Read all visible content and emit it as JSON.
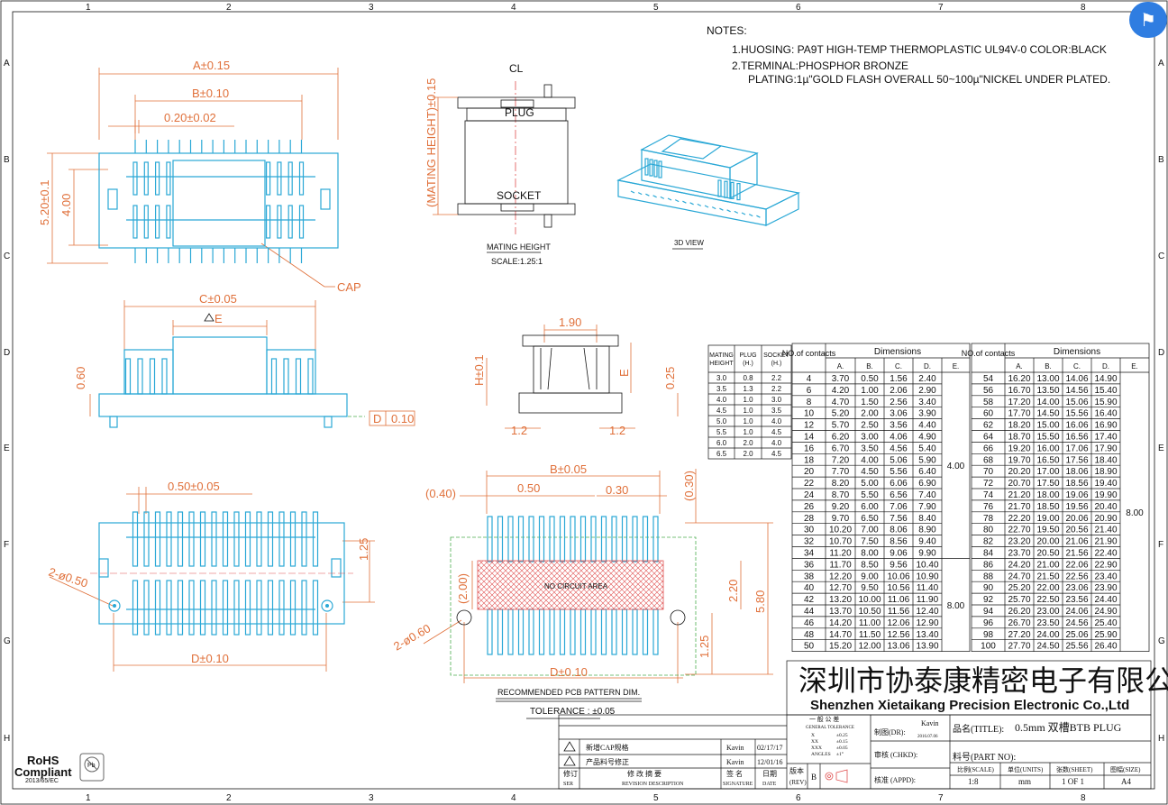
{
  "frame": {
    "col_labels": [
      "1",
      "2",
      "3",
      "4",
      "5",
      "6",
      "7",
      "8"
    ],
    "row_labels": [
      "A",
      "B",
      "C",
      "D",
      "E",
      "F",
      "G",
      "H"
    ]
  },
  "notes": {
    "heading": "NOTES:",
    "line1": "1.HUOSING: PA9T HIGH-TEMP THERMOPLASTIC UL94V-0 COLOR:BLACK",
    "line2": "2.TERMINAL:PHOSPHOR BRONZE",
    "line3": "PLATING:1µ\"GOLD FLASH OVERALL 50~100µ\"NICKEL UNDER PLATED."
  },
  "top_view": {
    "dim_a": "A±0.15",
    "dim_b": "B±0.10",
    "dim_pitch": "0.20±0.02",
    "dim_520": "5.20±0.1",
    "dim_400": "4.00",
    "cap": "CAP"
  },
  "side_view": {
    "dim_c": "C±0.05",
    "dim_e": "E",
    "dim_060": "0.60",
    "flat_box": "0.10",
    "flat_sym": "D"
  },
  "bottom_view": {
    "dim_pitch": "0.50±0.05",
    "dim_125": "1.25",
    "dim_hole": "2-ø0.50",
    "dim_d": "D±0.10"
  },
  "mating": {
    "centerline": "CL",
    "plug": "PLUG",
    "socket": "SOCKET",
    "height_dim": "(MATING HEIGHT)±0.15",
    "caption": "MATING HEIGHT",
    "scale": "SCALE:1.25:1"
  },
  "iso": {
    "caption": "3D VIEW"
  },
  "end_view": {
    "dim_190": "1.90",
    "dim_h": "H±0.1",
    "dim_e": "E",
    "dim_025": "0.25",
    "dim_12a": "1.2",
    "dim_12b": "1.2"
  },
  "pcb": {
    "dim_b": "B±0.05",
    "dim_040": "(0.40)",
    "dim_050": "0.50",
    "dim_030": "0.30",
    "dim_030p": "(0.30)",
    "dim_200": "(2.00)",
    "dim_220": "2.20",
    "dim_580": "5.80",
    "dim_125": "1.25",
    "dim_hole": "2-ø0.60",
    "dim_d": "D±0.10",
    "no_circuit": "NO CIRCUIT AREA",
    "caption": "RECOMMENDED PCB PATTERN DIM.",
    "tolerance": "TOLERANCE : ±0.05"
  },
  "height_table": {
    "headers": [
      "MATING HEIGHT",
      "PLUG (H.)",
      "SOCKET (H.)"
    ],
    "rows": [
      [
        "3.0",
        "0.8",
        "2.2"
      ],
      [
        "3.5",
        "1.3",
        "2.2"
      ],
      [
        "4.0",
        "1.0",
        "3.0"
      ],
      [
        "4.5",
        "1.0",
        "3.5"
      ],
      [
        "5.0",
        "1.0",
        "4.0"
      ],
      [
        "5.5",
        "1.0",
        "4.5"
      ],
      [
        "6.0",
        "2.0",
        "4.0"
      ],
      [
        "6.5",
        "2.0",
        "4.5"
      ]
    ]
  },
  "dim_table": {
    "no_contacts": "NO.of contacts",
    "dimensions": "Dimensions",
    "cols": [
      "A.",
      "B.",
      "C.",
      "D.",
      "E."
    ],
    "left_rows": [
      [
        "4",
        "3.70",
        "0.50",
        "1.56",
        "2.40"
      ],
      [
        "6",
        "4.20",
        "1.00",
        "2.06",
        "2.90"
      ],
      [
        "8",
        "4.70",
        "1.50",
        "2.56",
        "3.40"
      ],
      [
        "10",
        "5.20",
        "2.00",
        "3.06",
        "3.90"
      ],
      [
        "12",
        "5.70",
        "2.50",
        "3.56",
        "4.40"
      ],
      [
        "14",
        "6.20",
        "3.00",
        "4.06",
        "4.90"
      ],
      [
        "16",
        "6.70",
        "3.50",
        "4.56",
        "5.40"
      ],
      [
        "18",
        "7.20",
        "4.00",
        "5.06",
        "5.90"
      ],
      [
        "20",
        "7.70",
        "4.50",
        "5.56",
        "6.40"
      ],
      [
        "22",
        "8.20",
        "5.00",
        "6.06",
        "6.90"
      ],
      [
        "24",
        "8.70",
        "5.50",
        "6.56",
        "7.40"
      ],
      [
        "26",
        "9.20",
        "6.00",
        "7.06",
        "7.90"
      ],
      [
        "28",
        "9.70",
        "6.50",
        "7.56",
        "8.40"
      ],
      [
        "30",
        "10.20",
        "7.00",
        "8.06",
        "8.90"
      ],
      [
        "32",
        "10.70",
        "7.50",
        "8.56",
        "9.40"
      ],
      [
        "34",
        "11.20",
        "8.00",
        "9.06",
        "9.90"
      ],
      [
        "36",
        "11.70",
        "8.50",
        "9.56",
        "10.40"
      ],
      [
        "38",
        "12.20",
        "9.00",
        "10.06",
        "10.90"
      ],
      [
        "40",
        "12.70",
        "9.50",
        "10.56",
        "11.40"
      ],
      [
        "42",
        "13.20",
        "10.00",
        "11.06",
        "11.90"
      ],
      [
        "44",
        "13.70",
        "10.50",
        "11.56",
        "12.40"
      ],
      [
        "46",
        "14.20",
        "11.00",
        "12.06",
        "12.90"
      ],
      [
        "48",
        "14.70",
        "11.50",
        "12.56",
        "13.40"
      ],
      [
        "50",
        "15.20",
        "12.00",
        "13.06",
        "13.90"
      ]
    ],
    "left_e_upper": "4.00",
    "left_e_lower": "8.00",
    "right_rows": [
      [
        "54",
        "16.20",
        "13.00",
        "14.06",
        "14.90"
      ],
      [
        "56",
        "16.70",
        "13.50",
        "14.56",
        "15.40"
      ],
      [
        "58",
        "17.20",
        "14.00",
        "15.06",
        "15.90"
      ],
      [
        "60",
        "17.70",
        "14.50",
        "15.56",
        "16.40"
      ],
      [
        "62",
        "18.20",
        "15.00",
        "16.06",
        "16.90"
      ],
      [
        "64",
        "18.70",
        "15.50",
        "16.56",
        "17.40"
      ],
      [
        "66",
        "19.20",
        "16.00",
        "17.06",
        "17.90"
      ],
      [
        "68",
        "19.70",
        "16.50",
        "17.56",
        "18.40"
      ],
      [
        "70",
        "20.20",
        "17.00",
        "18.06",
        "18.90"
      ],
      [
        "72",
        "20.70",
        "17.50",
        "18.56",
        "19.40"
      ],
      [
        "74",
        "21.20",
        "18.00",
        "19.06",
        "19.90"
      ],
      [
        "76",
        "21.70",
        "18.50",
        "19.56",
        "20.40"
      ],
      [
        "78",
        "22.20",
        "19.00",
        "20.06",
        "20.90"
      ],
      [
        "80",
        "22.70",
        "19.50",
        "20.56",
        "21.40"
      ],
      [
        "82",
        "23.20",
        "20.00",
        "21.06",
        "21.90"
      ],
      [
        "84",
        "23.70",
        "20.50",
        "21.56",
        "22.40"
      ],
      [
        "86",
        "24.20",
        "21.00",
        "22.06",
        "22.90"
      ],
      [
        "88",
        "24.70",
        "21.50",
        "22.56",
        "23.40"
      ],
      [
        "90",
        "25.20",
        "22.00",
        "23.06",
        "23.90"
      ],
      [
        "92",
        "25.70",
        "22.50",
        "23.56",
        "24.40"
      ],
      [
        "94",
        "26.20",
        "23.00",
        "24.06",
        "24.90"
      ],
      [
        "96",
        "26.70",
        "23.50",
        "24.56",
        "25.40"
      ],
      [
        "98",
        "27.20",
        "24.00",
        "25.06",
        "25.90"
      ],
      [
        "100",
        "27.70",
        "24.50",
        "25.56",
        "26.40"
      ]
    ],
    "right_e": "8.00"
  },
  "company": {
    "cn": "深圳市协泰康精密电子有限公司",
    "en": "Shenzhen Xietaikang Precision Electronic Co.,Ltd"
  },
  "title_block": {
    "tol_title": "一 般 公 差",
    "tol_sub": "GENERAL TOLERANCE",
    "tol_rows": [
      [
        "X",
        "±0.25"
      ],
      [
        "XX",
        "±0.15"
      ],
      [
        "XXX",
        "±0.05"
      ],
      [
        "ANGLES",
        "±1°"
      ]
    ],
    "drawn_label": "制图(DR):",
    "drawn_name": "Kavin",
    "drawn_date": "2016.07.06",
    "checked_label": "审核 (CHKD):",
    "approved_label": "核准 (APPD):",
    "title_label": "品名(TITLE):",
    "title_value": "0.5mm 双槽BTB PLUG",
    "part_label": "料号(PART NO):",
    "rev_label": "版本",
    "rev_en": "(REV)",
    "rev_value": "B",
    "scale_label": "比例(SCALE)",
    "scale_value": "1:8",
    "units_label": "单位(UNITS)",
    "units_value": "mm",
    "sheet_label": "张数(SHEET)",
    "sheet_value": "1 OF 1",
    "size_label": "图幅(SIZE)",
    "size_value": "A4",
    "revisions": [
      {
        "desc": "新增CAP规格",
        "by": "Kavin",
        "date": "02/17/17"
      },
      {
        "desc": "产品料号修正",
        "by": "Kavin",
        "date": "12/01/16"
      }
    ],
    "rev_hdr": {
      "ver": "修订",
      "ver_en": "SER",
      "desc": "修 改 摘 要",
      "desc_en": "REVISION DESCRIPTION",
      "sig": "签 名",
      "sig_en": "SIGNATURE",
      "date": "日期",
      "date_en": "DATE"
    }
  },
  "rohs": {
    "line1": "RoHS",
    "line2": "Compliant",
    "line3": "2013/65/EC",
    "pb": "Pb"
  }
}
